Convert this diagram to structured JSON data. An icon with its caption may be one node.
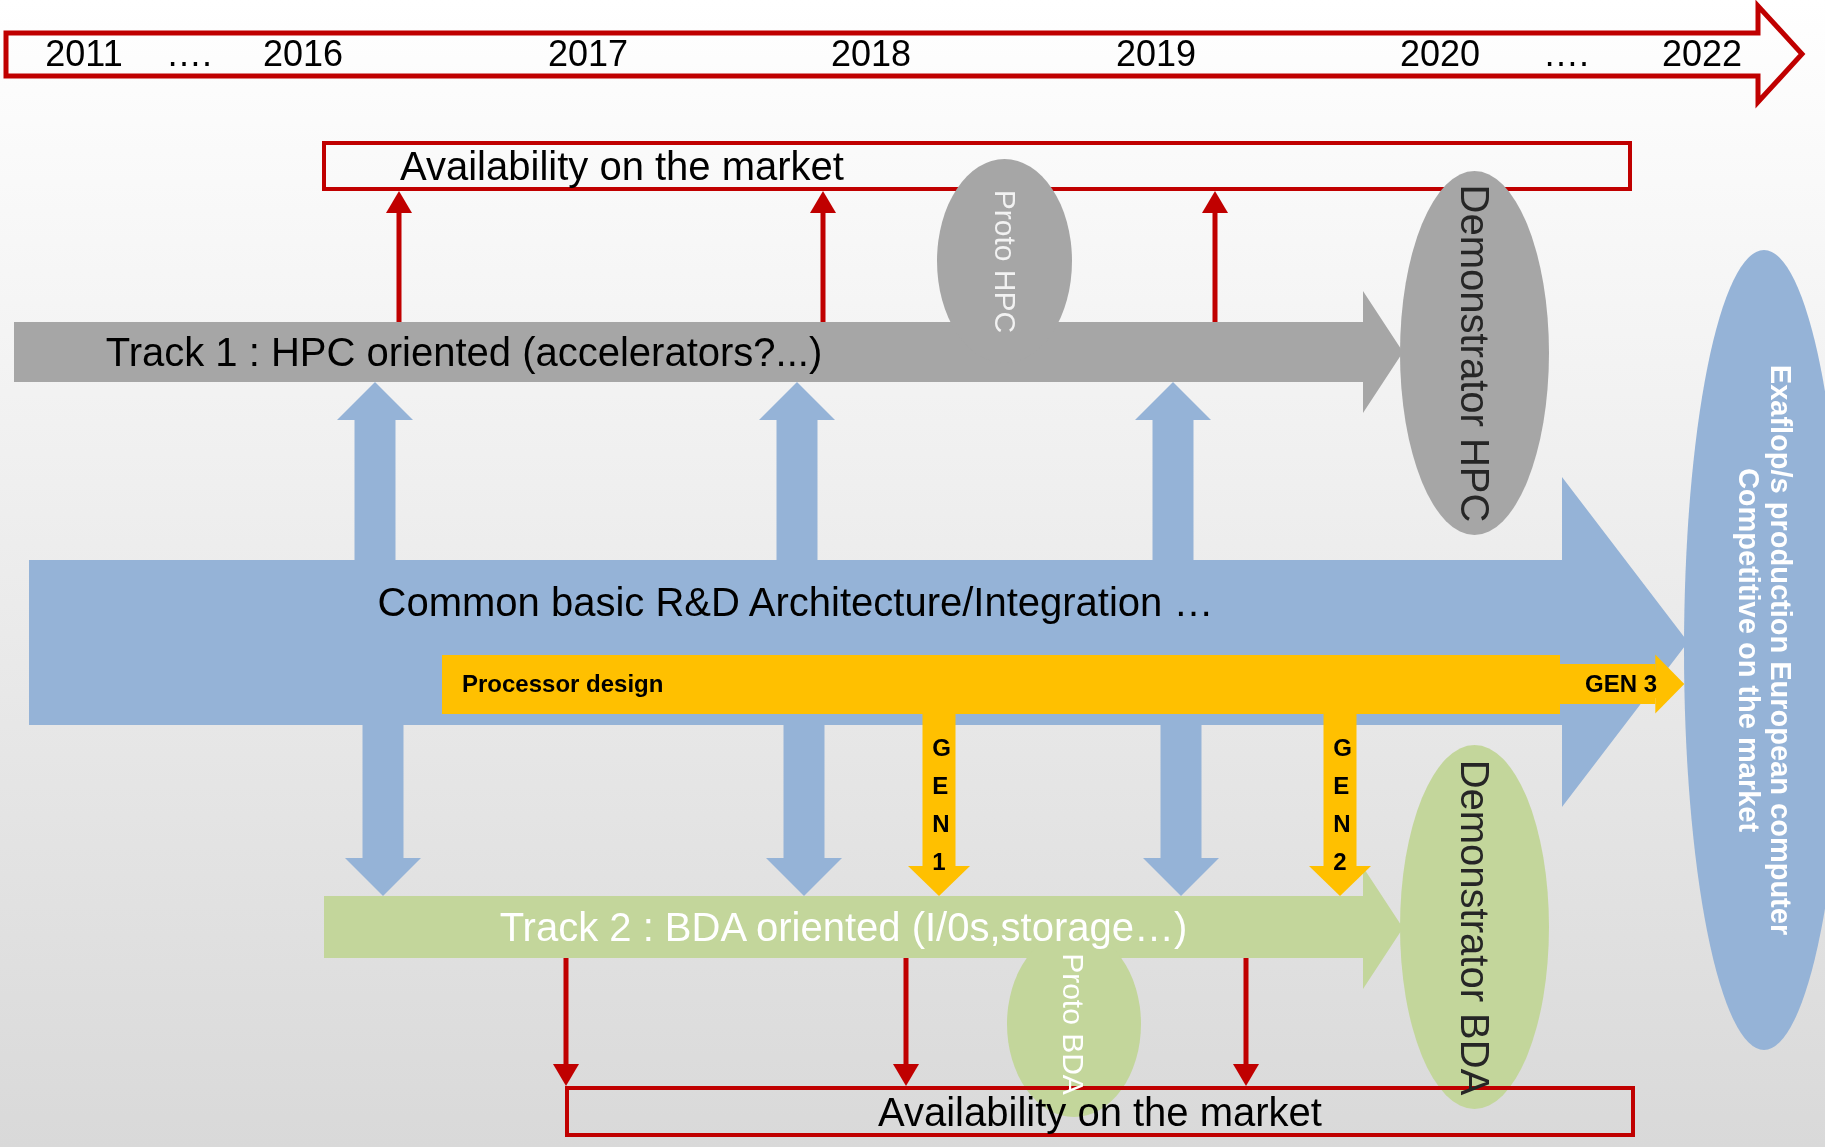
{
  "diagram": {
    "nodes": [
      {
        "text": [
          "Availability on the market"
        ]
      },
      {
        "text": [
          "Track 1 : HPC oriented (accelerators?...)"
        ]
      },
      {
        "text": [
          "Proto HPC"
        ]
      },
      {
        "text": [
          "Demonstrator HPC"
        ]
      },
      {
        "text": [
          "Common basic R&D Architecture/Integration …"
        ]
      },
      {
        "text": [
          "Processor design"
        ],
        "in": 4
      },
      {
        "text": [
          "Exaflop/s production European computer",
          "Competitive on the market"
        ]
      },
      {
        "text": [
          "Track 2 :  BDA oriented (I/0s,storage…)"
        ]
      },
      {
        "text": [
          "Proto BDA"
        ]
      },
      {
        "text": [
          "Demonstrator BDA"
        ]
      },
      {
        "text": [
          "Availability on the market"
        ]
      }
    ],
    "edges": [
      {
        "from": 1,
        "to": 0,
        "arrow": "to",
        "color": "#c00000"
      },
      {
        "from": 1,
        "to": 0,
        "arrow": "to",
        "color": "#c00000"
      },
      {
        "from": 1,
        "to": 0,
        "arrow": "to",
        "color": "#c00000"
      },
      {
        "from": 4,
        "to": 1,
        "arrow": "to",
        "color": "#95b3d7"
      },
      {
        "from": 4,
        "to": 1,
        "arrow": "to",
        "color": "#95b3d7"
      },
      {
        "from": 4,
        "to": 1,
        "arrow": "to",
        "color": "#95b3d7"
      },
      {
        "from": 5,
        "to": 6,
        "label": "GEN 3",
        "arrow": "to",
        "color": "#ffc000"
      },
      {
        "from": 4,
        "to": 7,
        "arrow": "to",
        "color": "#95b3d7"
      },
      {
        "from": 4,
        "to": 7,
        "arrow": "to",
        "color": "#95b3d7"
      },
      {
        "from": 4,
        "to": 7,
        "arrow": "to",
        "color": "#95b3d7"
      },
      {
        "from": 5,
        "to": 7,
        "label": "GEN 1",
        "arrow": "to",
        "color": "#ffc000"
      },
      {
        "from": 5,
        "to": 7,
        "label": "GEN 2",
        "arrow": "to",
        "color": "#ffc000"
      },
      {
        "from": 7,
        "to": 10,
        "arrow": "to",
        "color": "#c00000"
      },
      {
        "from": 7,
        "to": 10,
        "arrow": "to",
        "color": "#c00000"
      },
      {
        "from": 7,
        "to": 10,
        "arrow": "to",
        "color": "#c00000"
      }
    ],
    "labels": [
      "2011",
      "….",
      "2016",
      "2017",
      "2018",
      "2019",
      "2020",
      "….",
      "2022"
    ]
  }
}
